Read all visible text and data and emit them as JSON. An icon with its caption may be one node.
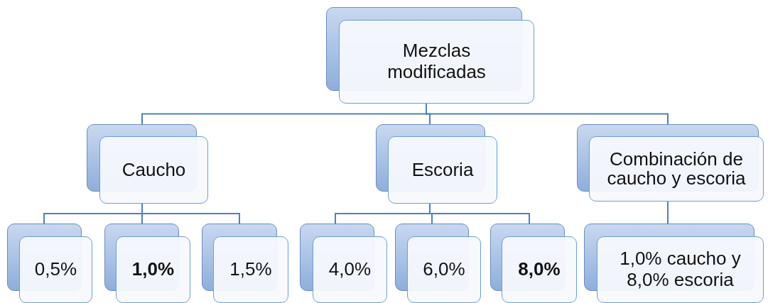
{
  "diagram": {
    "nodes": [
      {
        "text": [
          "Mezclas modificadas"
        ]
      },
      {
        "text": [
          "Caucho"
        ]
      },
      {
        "text": [
          "Escoria"
        ]
      },
      {
        "text": [
          "Combinación de caucho y escoria"
        ]
      },
      {
        "text": [
          "0,5%"
        ]
      },
      {
        "text": [
          "1,0%"
        ]
      },
      {
        "text": [
          "1,5%"
        ]
      },
      {
        "text": [
          "4,0%"
        ]
      },
      {
        "text": [
          "6,0%"
        ]
      },
      {
        "text": [
          "8,0%"
        ]
      },
      {
        "text": [
          "1,0% caucho y 8,0% escoria"
        ]
      }
    ],
    "edges": [
      {
        "from": 0,
        "to": 1,
        "arrow": "none"
      },
      {
        "from": 0,
        "to": 2,
        "arrow": "none"
      },
      {
        "from": 0,
        "to": 3,
        "arrow": "none"
      },
      {
        "from": 1,
        "to": 4,
        "arrow": "none"
      },
      {
        "from": 1,
        "to": 5,
        "arrow": "none"
      },
      {
        "from": 1,
        "to": 6,
        "arrow": "none"
      },
      {
        "from": 2,
        "to": 7,
        "arrow": "none"
      },
      {
        "from": 2,
        "to": 8,
        "arrow": "none"
      },
      {
        "from": 2,
        "to": 9,
        "arrow": "none"
      },
      {
        "from": 3,
        "to": 10,
        "arrow": "none"
      }
    ]
  }
}
